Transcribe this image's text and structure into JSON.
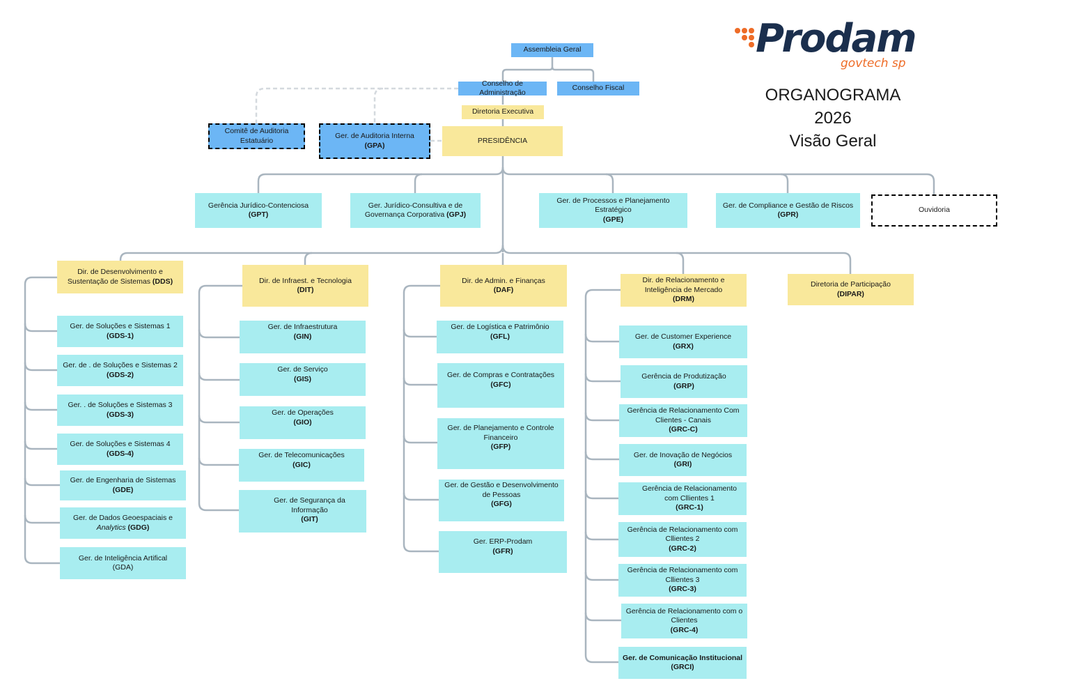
{
  "logo": {
    "name": "Prodam",
    "subtitle": "govtech sp"
  },
  "title": {
    "line1": "ORGANOGRAMA",
    "line2": "2026",
    "line3": "Visão Geral"
  },
  "colors": {
    "blue": "#6cb6f5",
    "yellow": "#f9e89b",
    "cyan": "#a8edf0",
    "connector": "#a9b5bf",
    "brand_orange": "#ee6c27",
    "brand_navy": "#1b2f4d"
  },
  "top": {
    "assembleia": "Assembleia Geral",
    "conselho_admin": "Conselho de Administração",
    "conselho_fiscal": "Conselho Fiscal",
    "diretoria_executiva": "Diretoria Executiva",
    "presidencia": "PRESIDÊNCIA",
    "comite": "Comitê de Auditoria Estatuário",
    "gpa_name": "Ger. de Auditoria Interna",
    "gpa_abbr": "(GPA)"
  },
  "staff": {
    "gpt_name": "Gerência Jurídico-Contenciosa",
    "gpt_abbr": "(GPT)",
    "gpj_name": "Ger. Jurídico-Consultiva e de Governança Corporativa",
    "gpj_abbr": "(GPJ)",
    "gpe_name": "Ger. de Processos e Planejamento Estratégico",
    "gpe_abbr": "(GPE)",
    "gpr_name": "Ger. de Compliance e Gestão de Riscos",
    "gpr_abbr": "(GPR)",
    "ouvidoria": "Ouvidoria"
  },
  "dds": {
    "name": "Dir. de Desenvolvimento e Sustentação de Sistemas",
    "abbr": "(DDS)",
    "items": [
      {
        "name": "Ger. de Soluções e Sistemas 1",
        "abbr": "(GDS-1)"
      },
      {
        "name": "Ger. de . de Soluções e Sistemas 2",
        "abbr": "(GDS-2)"
      },
      {
        "name": "Ger. . de Soluções e Sistemas 3",
        "abbr": "(GDS-3)"
      },
      {
        "name": "Ger. de Soluções e Sistemas 4",
        "abbr": "(GDS-4)"
      },
      {
        "name": "Ger. de Engenharia de Sistemas",
        "abbr": "(GDE)"
      },
      {
        "name": "Ger. de Dados Geoespaciais e",
        "italic": "Analytics",
        "abbr": "(GDG)"
      },
      {
        "name": "Ger. de Inteligência Artifical",
        "abbr": "(GDA)"
      }
    ]
  },
  "dit": {
    "name": "Dir. de Infraest. e Tecnologia",
    "abbr": "(DIT)",
    "items": [
      {
        "name": "Ger. de Infraestrutura",
        "abbr": "(GIN)"
      },
      {
        "name": "Ger. de Serviço",
        "abbr": "(GIS)"
      },
      {
        "name": "Ger. de Operações",
        "abbr": "(GIO)"
      },
      {
        "name": "Ger. de Telecomunicações",
        "abbr": "(GIC)"
      },
      {
        "name": "Ger. de Segurança da Informação",
        "abbr": "(GIT)"
      }
    ]
  },
  "daf": {
    "name": "Dir. de Admin. e Finanças",
    "abbr": "(DAF)",
    "items": [
      {
        "name": "Ger. de Logística e Patrimônio",
        "abbr": "(GFL)"
      },
      {
        "name": "Ger. de Compras e Contratações",
        "abbr": "(GFC)"
      },
      {
        "name": "Ger. de Planejamento e Controle Financeiro",
        "abbr": "(GFP)"
      },
      {
        "name": "Ger. de Gestão e Desenvolvimento de Pessoas",
        "abbr": "(GFG)"
      },
      {
        "name": "Ger. ERP-Prodam",
        "abbr": "(GFR)"
      }
    ]
  },
  "drm": {
    "name": "Dir. de Relacionamento e Inteligência de Mercado",
    "abbr": "(DRM)",
    "items": [
      {
        "name": "Ger. de Customer Experience",
        "abbr": "(GRX)"
      },
      {
        "name": "Gerência de Produtização",
        "abbr": "(GRP)"
      },
      {
        "name": "Gerência de Relacionamento Com Clientes - Canais",
        "abbr": "(GRC-C)"
      },
      {
        "name": "Ger. de Inovação de Negócios",
        "abbr": "(GRI)"
      },
      {
        "name": "Gerência de Relacionamento com Cllientes 1",
        "abbr": "(GRC-1)"
      },
      {
        "name": "Gerência de Relacionamento com Cllientes 2",
        "abbr": "(GRC-2)"
      },
      {
        "name": "Gerência de Relacionamento com Cllientes 3",
        "abbr": "(GRC-3)"
      },
      {
        "name": "Gerência de Relacionamento com o Clientes",
        "abbr": "(GRC-4)"
      },
      {
        "name": "Ger. de Comunicação Institucional",
        "abbr": "(GRCI)"
      }
    ]
  },
  "dipar": {
    "name": "Diretoria de Participação",
    "abbr": "(DIPAR)"
  }
}
